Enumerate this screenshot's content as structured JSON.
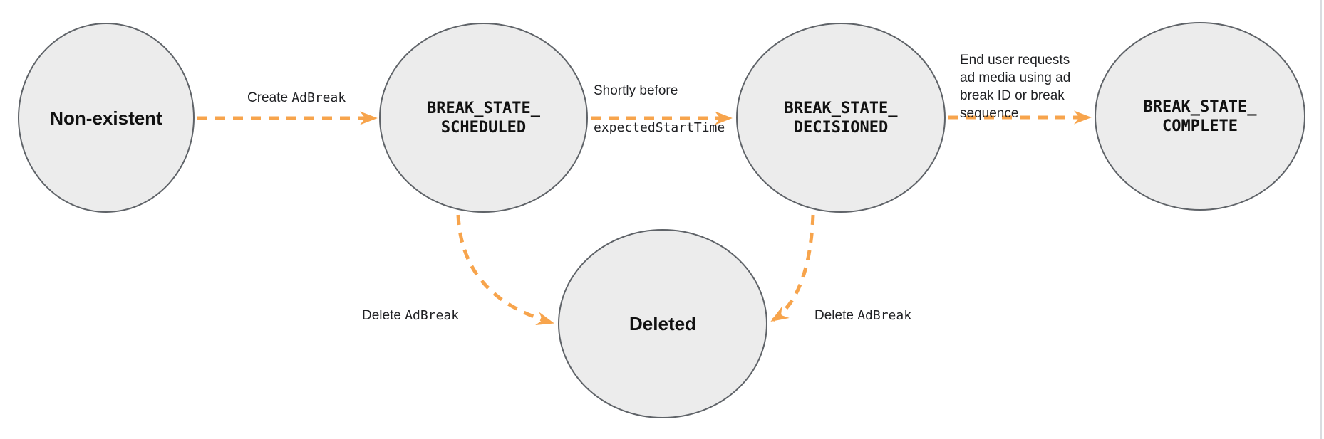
{
  "colors": {
    "background": "#ffffff",
    "node_fill": "#ececec",
    "node_border": "#5f6368",
    "arrow": "#f7a44c",
    "text": "#202124",
    "page_edge": "#dadce0"
  },
  "states": [
    {
      "id": "non-existent",
      "label": "Non-existent"
    },
    {
      "id": "break-state-scheduled",
      "label": "BREAK_STATE_\nSCHEDULED"
    },
    {
      "id": "break-state-decisioned",
      "label": "BREAK_STATE_\nDECISIONED"
    },
    {
      "id": "break-state-complete",
      "label": "BREAK_STATE_\nCOMPLETE"
    },
    {
      "id": "deleted",
      "label": "Deleted"
    }
  ],
  "transitions": [
    {
      "from": "Non-existent",
      "to": "BREAK_STATE_SCHEDULED",
      "label_text": "Create ",
      "label_code": "AdBreak"
    },
    {
      "from": "BREAK_STATE_SCHEDULED",
      "to": "BREAK_STATE_DECISIONED",
      "label_text": "Shortly before",
      "label_code": "expectedStartTime"
    },
    {
      "from": "BREAK_STATE_DECISIONED",
      "to": "BREAK_STATE_COMPLETE",
      "label_text": "End user requests\nad media using ad\nbreak ID or break\nsequence",
      "label_code": ""
    },
    {
      "from": "BREAK_STATE_SCHEDULED",
      "to": "Deleted",
      "label_text": "Delete ",
      "label_code": "AdBreak"
    },
    {
      "from": "BREAK_STATE_DECISIONED",
      "to": "Deleted",
      "label_text": "Delete ",
      "label_code": "AdBreak"
    }
  ]
}
